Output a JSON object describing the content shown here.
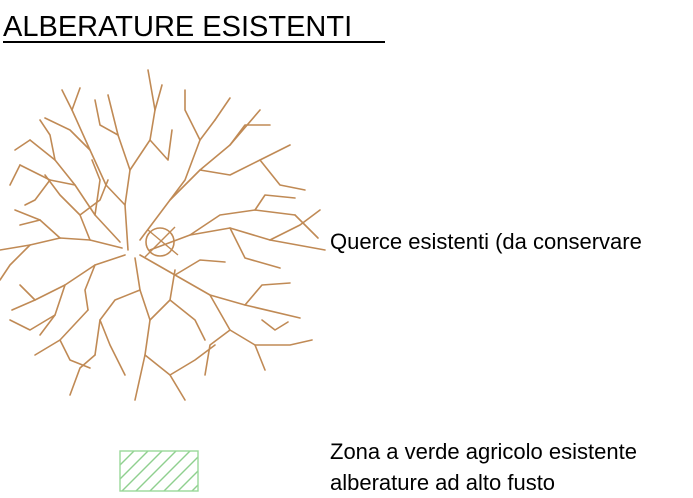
{
  "title": "ALBERATURE ESISTENTI",
  "legend": [
    {
      "symbol": "tree-symbol",
      "lines": [
        "Querce esistenti (da conservare"
      ]
    },
    {
      "symbol": "hatched-green-rectangle",
      "lines": [
        "Zona a verde agricolo esistente",
        "alberature ad alto fusto"
      ]
    }
  ],
  "colors": {
    "tree_stroke": "#c08a55",
    "hatch_stroke": "#8fd08f",
    "text": "#000000"
  }
}
